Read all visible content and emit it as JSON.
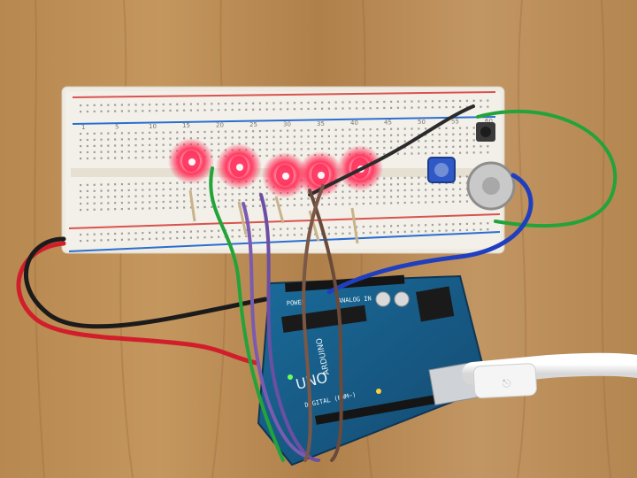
{
  "scene": {
    "description_type": "photo",
    "colors": {
      "wood": "#b98a52",
      "wood_dark": "#8e6134",
      "breadboard": "#f0ece3",
      "rail_red": "#d9534f",
      "rail_blue": "#2a6fd1",
      "arduino": "#1f5f8b",
      "led_red": "#ff2f5a",
      "wire_red": "#d01f2b",
      "wire_black": "#1b1b1b",
      "wire_green": "#23a33a",
      "wire_blue": "#1f3fbf",
      "wire_brown": "#6a4a3a",
      "wire_purple": "#6c4fa3",
      "usb": "#f2f2f2"
    },
    "board_labels": {
      "uno": "UNO",
      "brand": "ARDUINO",
      "digital": "DIGITAL (PWM~)",
      "power": "POWER",
      "analog": "ANALOG IN"
    },
    "breadboard_numbers": [
      "1",
      "5",
      "10",
      "15",
      "20",
      "25",
      "30",
      "35",
      "40",
      "45",
      "50",
      "55",
      "60"
    ],
    "leds": [
      {
        "name": "led-1",
        "lit": true
      },
      {
        "name": "led-2",
        "lit": true
      },
      {
        "name": "led-3",
        "lit": true
      },
      {
        "name": "led-4",
        "lit": true
      },
      {
        "name": "led-5",
        "lit": true
      }
    ]
  }
}
